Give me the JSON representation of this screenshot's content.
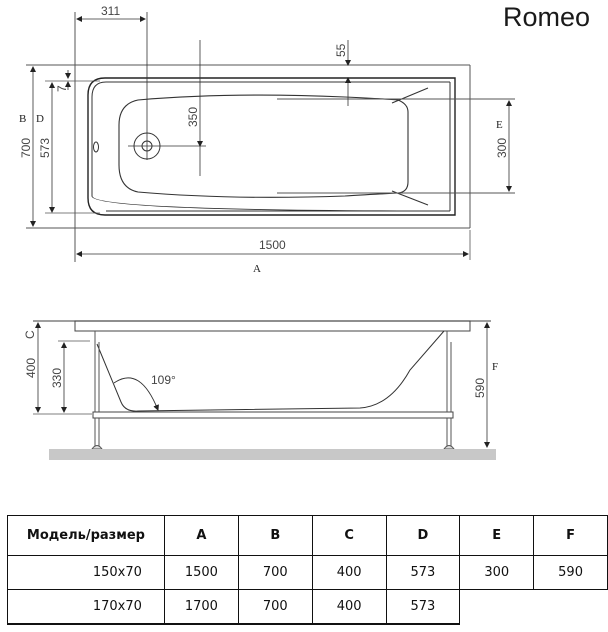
{
  "title": "Romeo",
  "top_view": {
    "dimensions": {
      "drain_offset": "311",
      "rim_top": "55",
      "drain_depth": "350",
      "rim_thickness": "7",
      "width_B": "700",
      "width_D": "573",
      "length_A": "1500",
      "headrest_E": "300"
    },
    "labels": {
      "A": "A",
      "B": "B",
      "D": "D",
      "E": "E"
    }
  },
  "side_view": {
    "dimensions": {
      "height_C": "400",
      "inner_height": "330",
      "angle": "109°",
      "height_F": "590"
    },
    "labels": {
      "C": "C",
      "F": "F"
    }
  },
  "table": {
    "headers": [
      "Модель/размер",
      "A",
      "B",
      "C",
      "D",
      "E",
      "F"
    ],
    "rows": [
      [
        "150x70",
        "1500",
        "700",
        "400",
        "573",
        "300",
        "590"
      ],
      [
        "170x70",
        "1700",
        "700",
        "400",
        "573",
        "",
        ""
      ]
    ]
  }
}
